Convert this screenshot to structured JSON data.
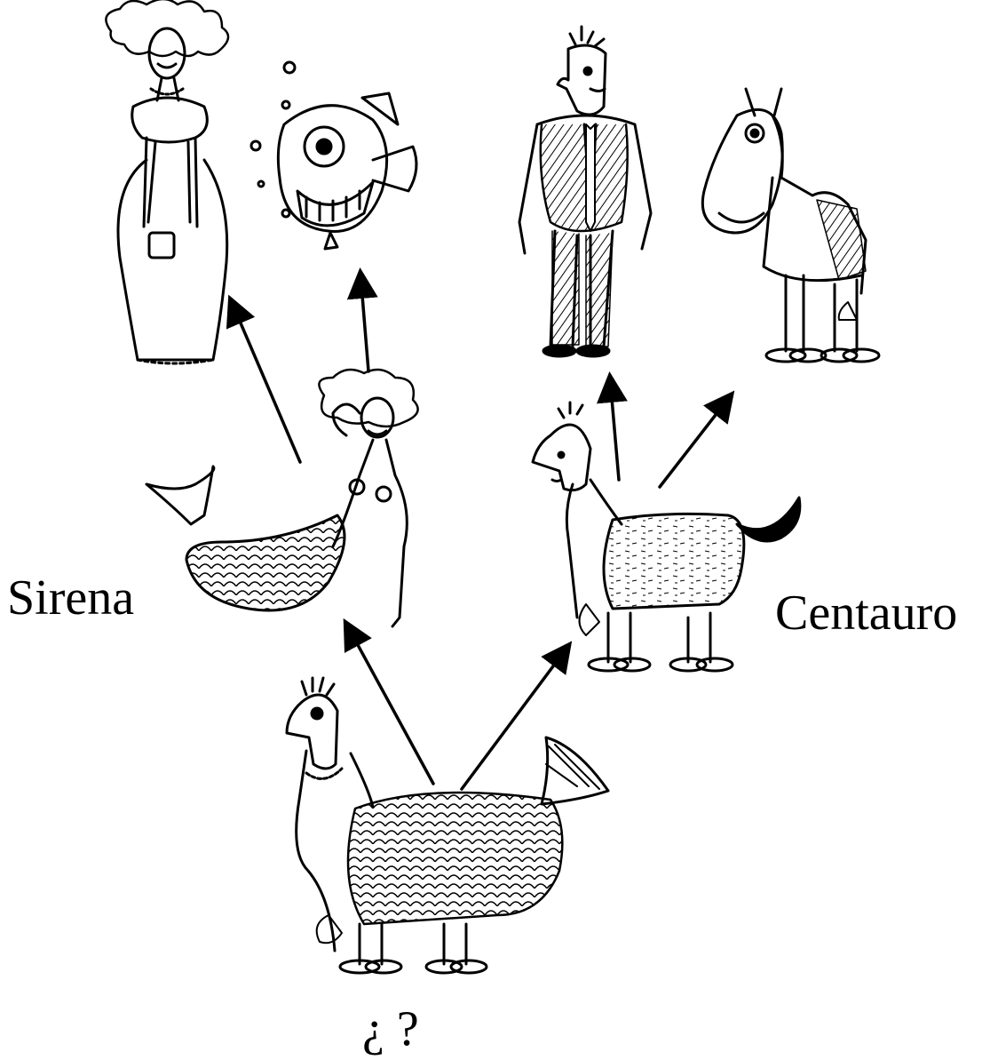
{
  "labels": {
    "sirena": "Sirena",
    "centauro": "Centauro",
    "question": "¿ ?"
  },
  "colors": {
    "ink": "#000000",
    "paper": "#ffffff"
  },
  "figures": [
    "woman-figure",
    "fish-figure",
    "man-figure",
    "horse-figure",
    "mermaid-figure",
    "centaur-figure",
    "hybrid-figure"
  ]
}
